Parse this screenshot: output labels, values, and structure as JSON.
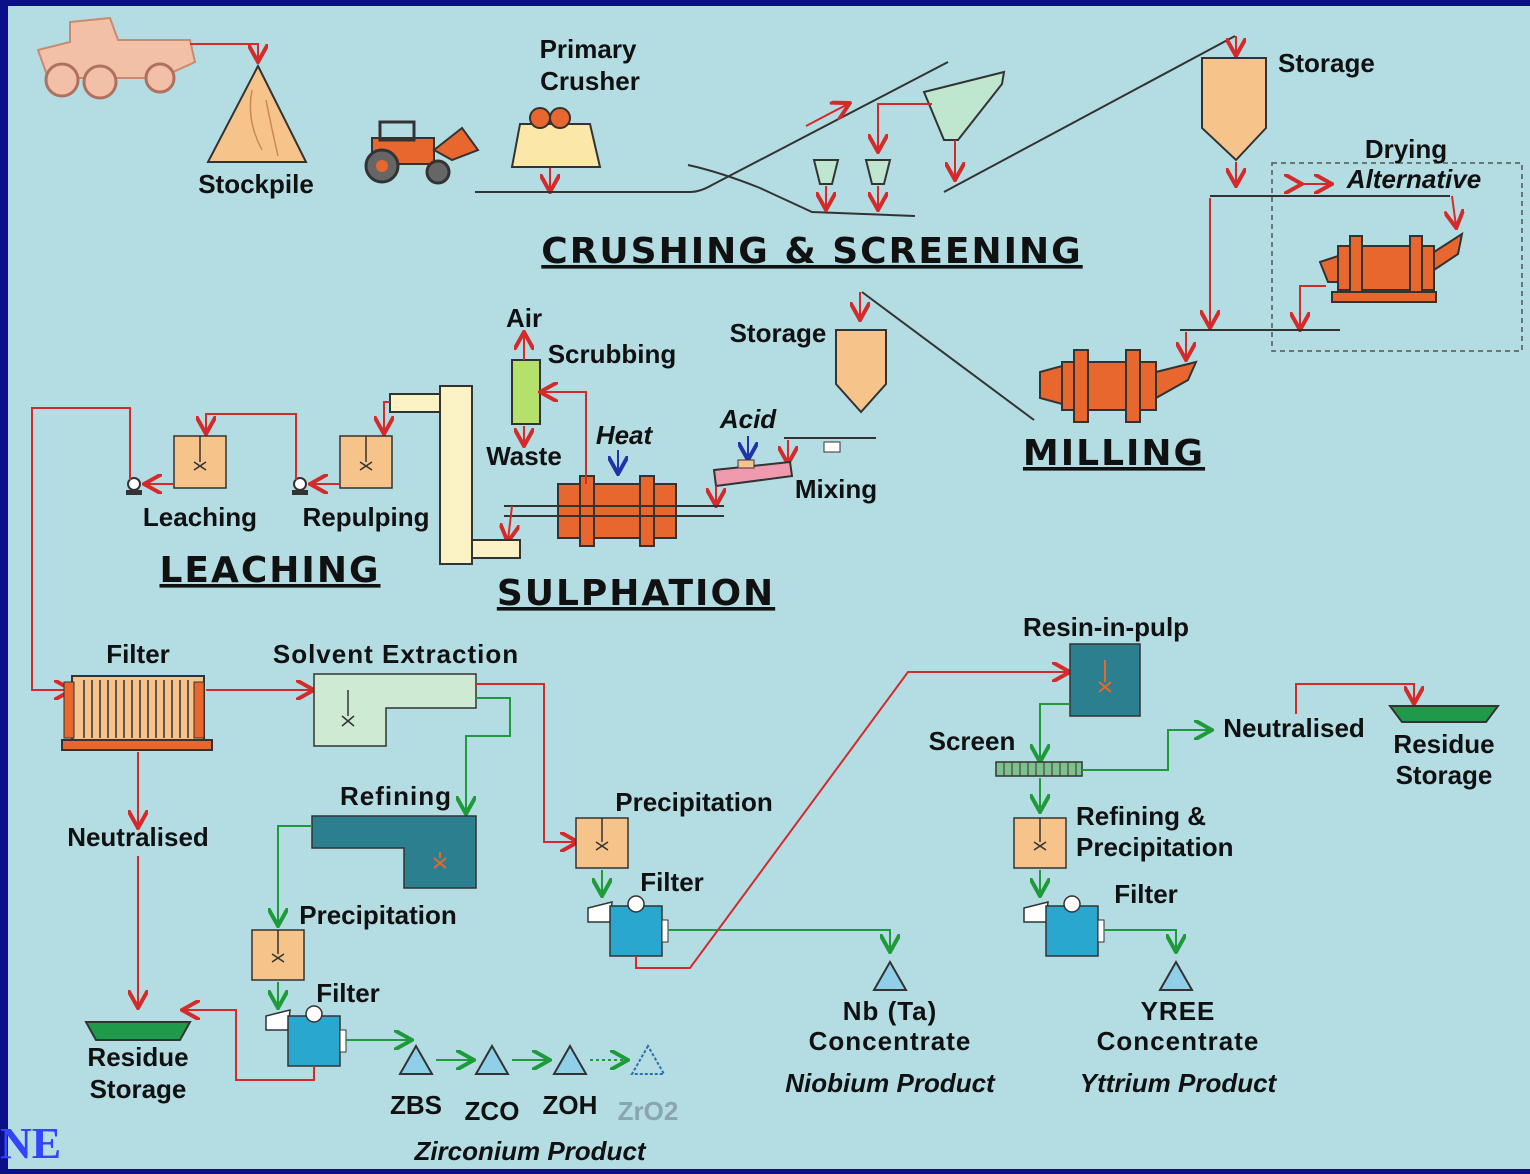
{
  "colors": {
    "background": "#b3dde3",
    "frame": "#0b0f8a",
    "equipment_orange": "#e8672f",
    "equipment_tan": "#f6c48a",
    "vessel_teal": "#2b7f8f",
    "filter_blue": "#2aa7cf",
    "arrow_red": "#d42a2a",
    "arrow_green": "#1e9a3a",
    "residue_green": "#1f9a4a"
  },
  "labels": {
    "stockpile": "Stockpile",
    "primary_crusher_1": "Primary",
    "primary_crusher_2": "Crusher",
    "storage_top": "Storage",
    "drying": "Drying",
    "alternative": "Alternative",
    "crushing_screening": "CRUSHING & SCREENING",
    "air": "Air",
    "scrubbing": "Scrubbing",
    "storage_mid": "Storage",
    "waste": "Waste",
    "heat": "Heat",
    "acid": "Acid",
    "mixing": "Mixing",
    "milling": "MILLING",
    "leaching": "Leaching",
    "repulping": "Repulping",
    "leaching_section": "LEACHING",
    "sulphation": "SULPHATION",
    "filter_main": "Filter",
    "solvent_extraction": "Solvent Extraction",
    "resin_in_pulp": "Resin-in-pulp",
    "screen": "Screen",
    "neutralised_right": "Neutralised",
    "residue_storage_right_1": "Residue",
    "residue_storage_right_2": "Storage",
    "refining": "Refining",
    "neutralised_left": "Neutralised",
    "precipitation_mid": "Precipitation",
    "filter_mid": "Filter",
    "refining_precipitation_1": "Refining &",
    "refining_precipitation_2": "Precipitation",
    "filter_right": "Filter",
    "precipitation_left": "Precipitation",
    "filter_left": "Filter",
    "residue_storage_left_1": "Residue",
    "residue_storage_left_2": "Storage",
    "zbs": "ZBS",
    "zco": "ZCO",
    "zoh": "ZOH",
    "zro2": "ZrO2",
    "zirconium_product": "Zirconium Product",
    "nb_concentrate_1": "Nb (Ta)",
    "nb_concentrate_2": "Concentrate",
    "niobium_product": "Niobium Product",
    "yree_concentrate_1": "YREE",
    "yree_concentrate_2": "Concentrate",
    "yttrium_product": "Yttrium Product",
    "corner_text": "NE"
  }
}
